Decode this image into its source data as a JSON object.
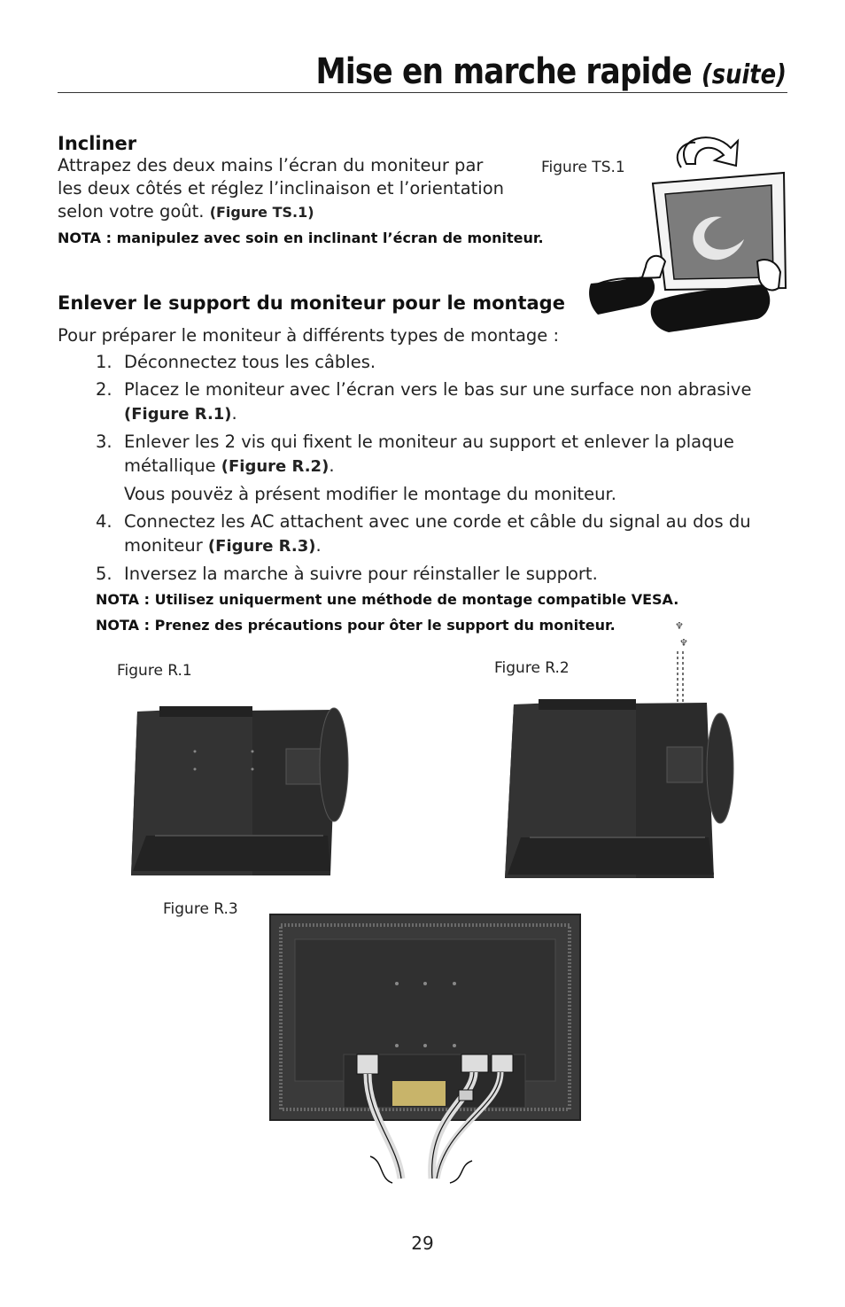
{
  "header": {
    "title": "Mise en marche rapide",
    "title_suffix": "(suite)"
  },
  "section_tilt": {
    "heading": "Incliner",
    "lines": [
      "Attrapez des deux mains l’écran du moniteur par",
      "les deux côtés et réglez l’inclinaison et l’orientation",
      "selon votre goût. "
    ],
    "figure_ref": "(Figure TS.1)",
    "note": "NOTA : manipulez avec soin en inclinant l’écran de moniteur.",
    "figure_label": "Figure TS.1"
  },
  "section_stand": {
    "heading": "Enlever le support du moniteur pour le montage",
    "intro": "Pour préparer le moniteur à différents types de montage :",
    "steps": [
      {
        "num": "1.",
        "text": "Déconnectez tous les câbles.",
        "ref": ""
      },
      {
        "num": "2.",
        "text": "Placez le moniteur avec l’écran vers le bas sur une surface non abrasive ",
        "ref": "(Figure R.1)",
        "tail": "."
      },
      {
        "num": "3.",
        "text": "Enlever les 2 vis qui fixent le moniteur au support et enlever la plaque métallique ",
        "ref": "(Figure R.2)",
        "tail": "."
      },
      {
        "num": "",
        "text": "Vous pouvëz à présent modifier le montage du moniteur.",
        "ref": ""
      },
      {
        "num": "4.",
        "text": "Connectez les AC attachent avec une corde et câble du signal au dos du moniteur ",
        "ref": "(Figure R.3)",
        "tail": "."
      },
      {
        "num": "5.",
        "text": "Inversez la marche à suivre pour réinstaller le support.",
        "ref": ""
      }
    ],
    "notes": [
      "NOTA : Utilisez uniquerment une méthode de montage compatible VESA.",
      "NOTA : Prenez des précautions pour ôter le support du moniteur."
    ]
  },
  "figures": {
    "r1_label": "Figure R.1",
    "r2_label": "Figure R.2",
    "r3_label": "Figure R.3"
  },
  "footer": {
    "page_number": "29"
  },
  "colors": {
    "monitor_body": "#2b2b2b",
    "monitor_edge": "#4a4a4a",
    "text": "#222222"
  }
}
